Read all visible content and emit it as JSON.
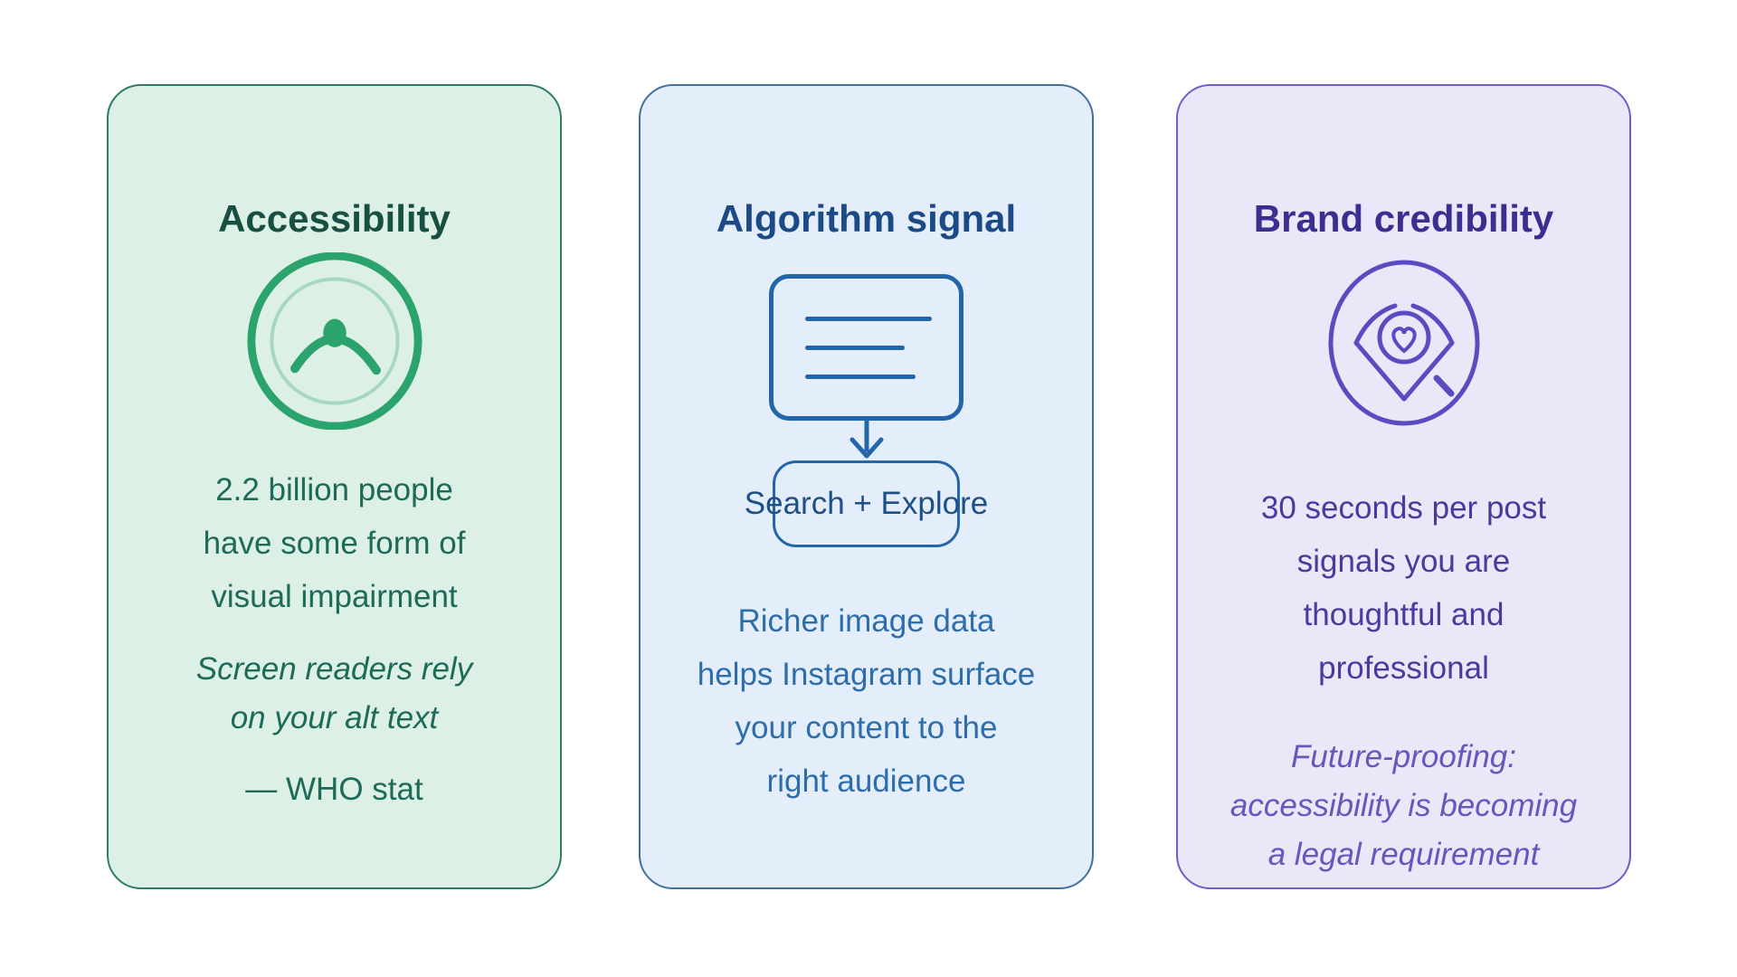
{
  "cards": [
    {
      "id": "accessibility",
      "title": "Accessibility",
      "icon": "accessibility-person-icon",
      "body": "2.2 billion people\nhave some form of\nvisual impairment",
      "note": "Screen readers rely\non your alt text",
      "attribution": "— WHO stat",
      "colors": {
        "background": "#ddf0e6",
        "border": "#2e7d64",
        "title": "#174f43",
        "body": "#1c6a57",
        "accent": "#2aa36d",
        "accent_light": "#a6d8c0"
      }
    },
    {
      "id": "algorithm-signal",
      "title": "Algorithm signal",
      "icon": "document-to-search-flow-icon",
      "flow": {
        "target_label": "Search + Explore"
      },
      "body": "Richer image data\nhelps Instagram surface\nyour content to the\nright audience",
      "colors": {
        "background": "#e4eefa",
        "border": "#41709f",
        "title": "#1c4a87",
        "body": "#2d6dac",
        "accent": "#2365a9"
      }
    },
    {
      "id": "brand-credibility",
      "title": "Brand credibility",
      "icon": "gem-heart-magnifier-icon",
      "body": "30 seconds per post\nsignals you are\nthoughtful and\nprofessional",
      "note": "Future-proofing:\naccessibility is becoming\na legal requirement",
      "colors": {
        "background": "#eae8f8",
        "border": "#6c5fc8",
        "title": "#3b2e91",
        "body": "#473b9c",
        "note": "#6557bd",
        "accent": "#5a4cc0"
      }
    }
  ]
}
